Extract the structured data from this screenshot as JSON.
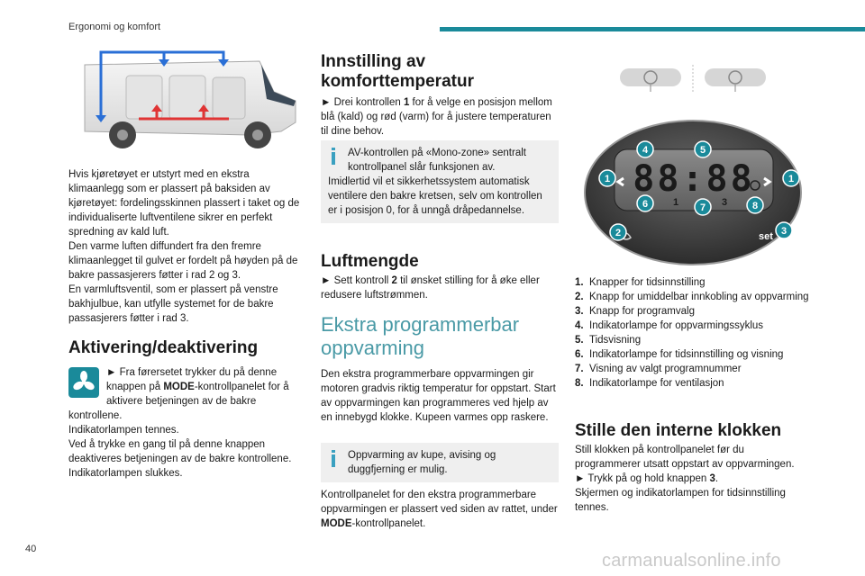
{
  "header": {
    "section_title": "Ergonomi og komfort",
    "accent_color": "#1a8a9a"
  },
  "footer": {
    "page_number": "40",
    "watermark": "carmanualsonline.info"
  },
  "col1": {
    "paragraphs": [
      "Hvis kjøretøyet er utstyrt med en ekstra klimaanlegg som er plassert på baksiden av kjøretøyet: fordelingsskinnen plassert i taket og de individualiserte luftventilene sikrer en perfekt spredning av kald luft.",
      "Den varme luften diffundert fra den fremre klimaanlegget til gulvet er fordelt på høyden på de bakre passasjerers føtter i rad 2 og 3.",
      "En varmluftsventil, som er plassert på venstre bakhjulbue, kan utfylle systemet for de bakre passasjerers føtter i rad 3."
    ],
    "activation": {
      "heading": "Aktivering/deaktivering",
      "step_marker": "►",
      "step_text_before": "Fra førersetet trykker du på denne knappen på ",
      "step_bold": "MODE",
      "step_text_after": "-kontrollpanelet for å aktivere betjeningen av de bakre kontrollene.",
      "lines": [
        "Indikatorlampen tennes.",
        "Ved å trykke en gang til på denne knappen deaktiveres betjeningen av de bakre kontrollene.",
        "Indikatorlampen slukkes."
      ],
      "button_icon": "fan-icon"
    }
  },
  "col2": {
    "comfort": {
      "heading": "Innstilling av komforttemperatur",
      "step_marker": "►",
      "step_before": "Drei kontrollen ",
      "step_bold": "1",
      "step_after": " for å velge en posisjon mellom blå (kald) og rød (varm) for å justere temperaturen til dine behov."
    },
    "note1": {
      "first": "AV-kontrollen på «Mono-zone» sentralt kontrollpanel slår funksjonen av.",
      "rest": "Imidlertid vil et sikkerhetssystem automatisk ventilere den bakre kretsen, selv om kontrollen er i posisjon 0, for å unngå dråpedannelse."
    },
    "airflow": {
      "heading": "Luftmengde",
      "step_marker": "►",
      "step_before": "Sett kontroll ",
      "step_bold": "2",
      "step_after": " til ønsket stilling for å øke eller redusere luftstrømmen."
    },
    "extra": {
      "heading": "Ekstra programmerbar oppvarming",
      "paragraph": "Den ekstra programmerbare oppvarmingen gir motoren gradvis riktig temperatur for oppstart. Start av oppvarmingen kan programmeres ved hjelp av en innebygd klokke. Kupeen varmes opp raskere.",
      "note": "Oppvarming av kupe, avising og duggfjerning er mulig.",
      "panel_text_before": "Kontrollpanelet for den ekstra programmerbare oppvarmingen er plassert ved siden av rattet, under ",
      "panel_bold": "MODE",
      "panel_text_after": "-kontrollpanelet."
    }
  },
  "col3": {
    "display": {
      "digits": "88:88",
      "programs": [
        "1",
        "2",
        "3"
      ],
      "set_label": "set",
      "callouts": [
        "1",
        "1",
        "2",
        "3",
        "4",
        "5",
        "6",
        "7",
        "8"
      ],
      "callout_color": "#1a8a9a"
    },
    "legend": [
      {
        "num": "1.",
        "text": "Knapper for tidsinnstilling"
      },
      {
        "num": "2.",
        "text": "Knapp for umiddelbar innkobling av oppvarming"
      },
      {
        "num": "3.",
        "text": "Knapp for programvalg"
      },
      {
        "num": "4.",
        "text": "Indikatorlampe for oppvarmingssyklus"
      },
      {
        "num": "5.",
        "text": "Tidsvisning"
      },
      {
        "num": "6.",
        "text": "Indikatorlampe for tidsinnstilling og visning"
      },
      {
        "num": "7.",
        "text": "Visning av valgt programnummer"
      },
      {
        "num": "8.",
        "text": "Indikatorlampe for ventilasjon"
      }
    ],
    "clock": {
      "heading": "Stille den interne klokken",
      "paragraph": "Still klokken på kontrollpanelet før du programmerer utsatt oppstart av oppvarmingen.",
      "step_marker": "►",
      "step_before": "Trykk på og hold knappen ",
      "step_bold": "3",
      "step_after": ".",
      "after": "Skjermen og indikatorlampen for tidsinnstilling tennes."
    }
  }
}
